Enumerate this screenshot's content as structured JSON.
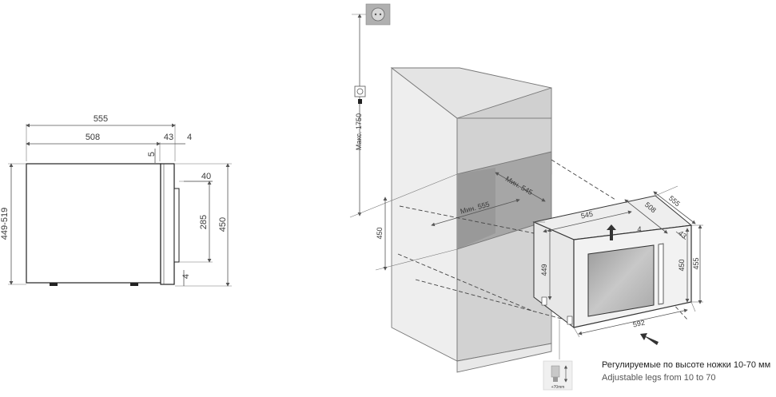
{
  "side_view": {
    "dim_total_depth": "555",
    "dim_body_depth": "508",
    "dim_door": "43",
    "dim_gap": "4",
    "dim_top_offset": "5",
    "dim_handle_top": "40",
    "dim_handle": "285",
    "dim_front_height": "450",
    "dim_body_height": "449-519",
    "dim_bottom": "4"
  },
  "iso_view": {
    "dim_max_height": "Макс. 1750",
    "dim_min_depth": "Мин. 545",
    "dim_min_width": "Мин. 555",
    "dim_niche_height": "450",
    "dim_width": "545",
    "dim_depth_508": "508",
    "dim_depth_555": "555",
    "dim_door_4": "4",
    "dim_door_43": "43",
    "dim_body_449": "449",
    "dim_front_450": "450",
    "dim_total_455": "455",
    "dim_front_width": "592",
    "legs_note": "+70mm"
  },
  "caption": {
    "ru": "Регулируемые по высоте ножки 10-70 мм",
    "en": "Adjustable legs from 10 to 70"
  },
  "colors": {
    "niche": "#a6a6a6",
    "cabinet_dark": "#d0d0d0",
    "cabinet_light": "#eeeeee",
    "appliance_front": "#f2f2f2",
    "glass": "#b5b5b5",
    "line": "#555555"
  }
}
